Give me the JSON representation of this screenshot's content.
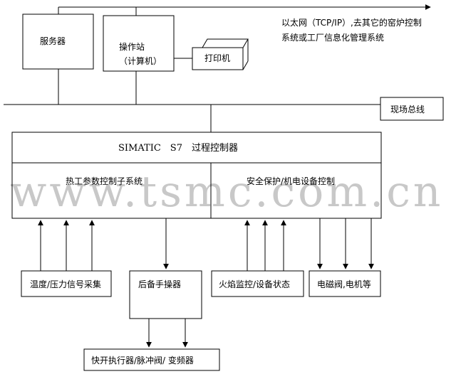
{
  "top_network_note": [
    "以太网（TCP/IP）,去其它的窑炉控制",
    "系统或工厂信息化管理系统"
  ],
  "server": "服务器",
  "operator_station": [
    "操作站",
    "（计算机）"
  ],
  "printer": "打印机",
  "fieldbus": "现场总线",
  "controller_title": "SIMATIC　S7　过程控制器",
  "thermal_subsystem": "热工参数控制子系统",
  "safety_subsystem": "安全保护/机电设备控制",
  "watermark": "www.tsmc.com.cn",
  "temp_pressure": "温度/压力信号采集",
  "backup_manual": "后备手操器",
  "flame_monitor": "火焰监控/设备状态",
  "valve_motor": "电磁阀,电机等",
  "actuators": "快开执行器/脉冲阀/ 变频器"
}
